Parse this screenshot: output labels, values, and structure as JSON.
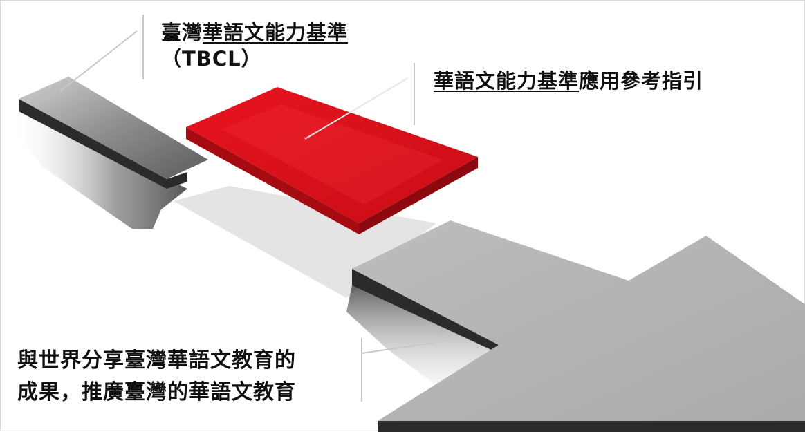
{
  "labels": {
    "tbcl": {
      "line1_prefix": "臺灣",
      "line1_underlined": "華語文能力基準",
      "line2": "（TBCL）"
    },
    "guide": {
      "underlined": "華語文能力基準",
      "suffix": "應用參考指引"
    },
    "share": {
      "line1": "與世界分享臺灣華語文教育的",
      "line2": "成果，推廣臺灣的華語文教育"
    }
  },
  "colors": {
    "gray_top": "#b3b3b3",
    "gray_edge": "#2b2b2b",
    "red_top": "#d9101a",
    "red_side": "#a80c12",
    "shadow": "#e6e6e6",
    "leader": "#c8c8c8"
  }
}
